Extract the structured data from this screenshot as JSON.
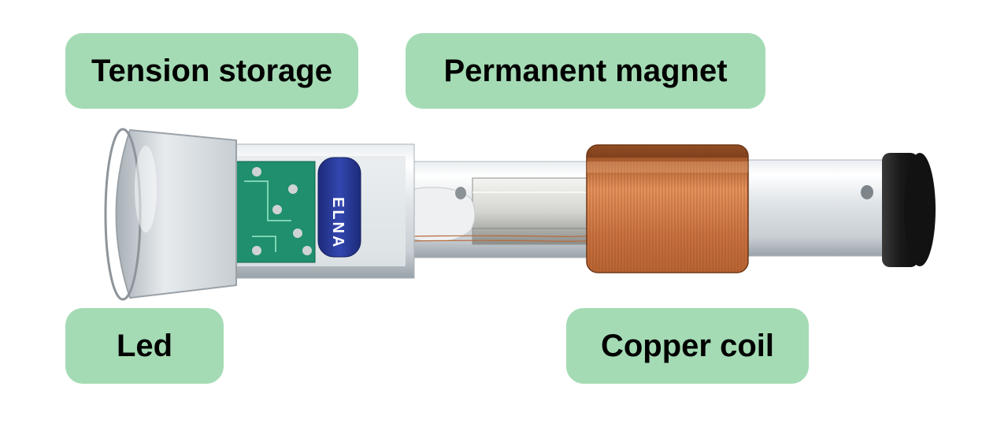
{
  "labels": {
    "tension_storage": "Tension storage",
    "permanent_magnet": "Permanent magnet",
    "led": "Led",
    "copper_coil": "Copper coil"
  },
  "device": {
    "capacitor_brand": "ELNA"
  },
  "colors": {
    "label_background": "#a4dbb4",
    "label_text": "#000000",
    "copper": "#c9703f",
    "capacitor_blue": "#2a3d9c",
    "circuit_board": "#1f8f6e",
    "end_cap": "#1f1f1f"
  }
}
